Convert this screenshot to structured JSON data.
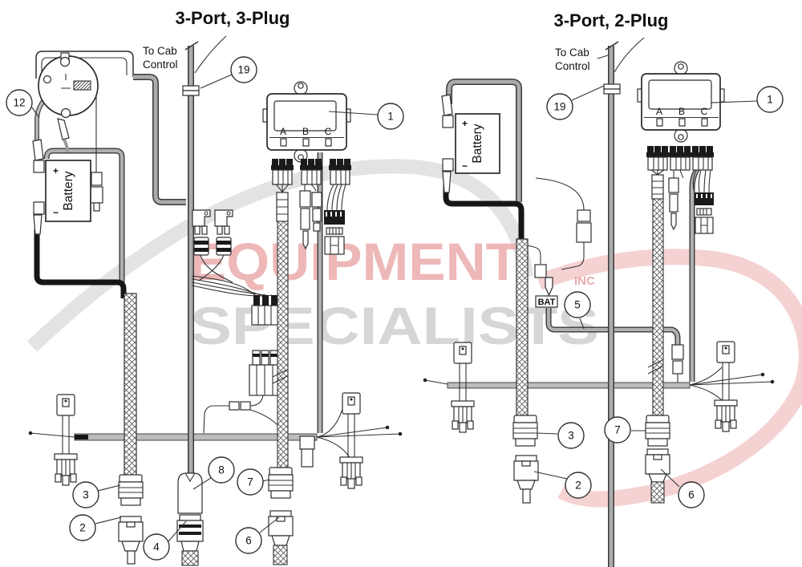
{
  "watermark": {
    "line1": "EQUIPMENT",
    "line2": "SPECIALISTS",
    "line3": "INC",
    "pink": "#ecacac",
    "gray": "#d2d2d2"
  },
  "colors": {
    "line": "#2e2e2e",
    "cable_gray": "#ababab",
    "cable_black": "#161616",
    "swoosh_gray": "#dadada",
    "swoosh_pink": "#f2c3c3"
  },
  "left": {
    "title": "3-Port, 3-Plug",
    "cab1": "To Cab",
    "cab2": "Control",
    "battery": "Battery",
    "plus": "+",
    "minus": "−",
    "port_a": "A",
    "port_b": "B",
    "port_c": "C",
    "callouts": {
      "n12": "12",
      "n19": "19",
      "n1": "1",
      "n3": "3",
      "n2": "2",
      "n8": "8",
      "n4": "4",
      "n7": "7",
      "n6": "6"
    }
  },
  "right": {
    "title": "3-Port, 2-Plug",
    "cab1": "To Cab",
    "cab2": "Control",
    "battery": "Battery",
    "plus": "+",
    "minus": "−",
    "bat_tag": "BAT",
    "port_a": "A",
    "port_b": "B",
    "port_c": "C",
    "callouts": {
      "n19": "19",
      "n1": "1",
      "n5": "5",
      "n3": "3",
      "n7": "7",
      "n2": "2",
      "n6": "6"
    }
  }
}
